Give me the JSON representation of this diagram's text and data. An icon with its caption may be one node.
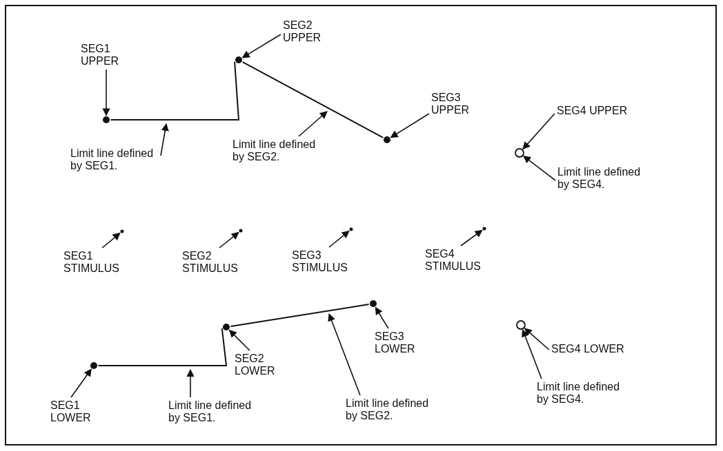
{
  "diagram": {
    "nodes": [
      {
        "text": [
          "SEG1 UPPER"
        ]
      },
      {
        "text": [],
        "shape": "circle"
      },
      {
        "text": [
          "SEG2 UPPER"
        ]
      },
      {
        "text": [],
        "shape": "circle"
      },
      {
        "text": [
          "SEG3 UPPER"
        ]
      },
      {
        "text": [],
        "shape": "circle"
      },
      {
        "text": [
          "SEG4 UPPER"
        ]
      },
      {
        "text": [],
        "shape": "circle"
      },
      {
        "text": [
          "Limit line defined by SEG1."
        ]
      },
      {
        "text": [
          "Limit line defined by SEG2."
        ]
      },
      {
        "text": [
          "Limit line defined by SEG4."
        ]
      },
      {
        "text": [],
        "shape": "circle"
      },
      {
        "text": [
          "SEG1 STIMULUS"
        ]
      },
      {
        "text": [],
        "shape": "circle"
      },
      {
        "text": [
          "SEG2 STIMULUS"
        ]
      },
      {
        "text": [],
        "shape": "circle"
      },
      {
        "text": [
          "SEG3 STIMULUS"
        ]
      },
      {
        "text": [],
        "shape": "circle"
      },
      {
        "text": [
          "SEG4 STIMULUS"
        ]
      },
      {
        "text": [],
        "shape": "circle"
      },
      {
        "text": [],
        "shape": "circle"
      },
      {
        "text": [],
        "shape": "circle"
      },
      {
        "text": [],
        "shape": "circle"
      },
      {
        "text": [
          "SEG1 LOWER"
        ]
      },
      {
        "text": [
          "SEG2 LOWER"
        ]
      },
      {
        "text": [
          "SEG3 LOWER"
        ]
      },
      {
        "text": [
          "SEG4 LOWER"
        ]
      },
      {
        "text": [
          "Limit line defined by SEG1."
        ]
      },
      {
        "text": [
          "Limit line defined by SEG2."
        ]
      },
      {
        "text": [
          "Limit line defined by SEG4."
        ]
      }
    ],
    "edges": [
      {
        "from": 0,
        "to": 1,
        "arrow": "to"
      },
      {
        "from": 2,
        "to": 3,
        "arrow": "to"
      },
      {
        "from": 4,
        "to": 5,
        "arrow": "to"
      },
      {
        "from": 6,
        "to": 7,
        "arrow": "to"
      },
      {
        "from": 1,
        "to": 3,
        "arrow": "none"
      },
      {
        "from": 3,
        "to": 5,
        "arrow": "none"
      },
      {
        "from": 8,
        "to": null,
        "arrow": "to"
      },
      {
        "from": 9,
        "to": null,
        "arrow": "to"
      },
      {
        "from": 10,
        "to": 7,
        "arrow": "to"
      },
      {
        "from": 12,
        "to": 11,
        "arrow": "to"
      },
      {
        "from": 14,
        "to": 13,
        "arrow": "to"
      },
      {
        "from": 16,
        "to": 15,
        "arrow": "to"
      },
      {
        "from": 18,
        "to": 17,
        "arrow": "to"
      },
      {
        "from": 19,
        "to": 20,
        "arrow": "none"
      },
      {
        "from": 20,
        "to": 21,
        "arrow": "none"
      },
      {
        "from": 23,
        "to": 19,
        "arrow": "to"
      },
      {
        "from": 24,
        "to": 20,
        "arrow": "to"
      },
      {
        "from": 25,
        "to": 21,
        "arrow": "to"
      },
      {
        "from": 26,
        "to": 22,
        "arrow": "to"
      },
      {
        "from": 27,
        "to": null,
        "arrow": "to"
      },
      {
        "from": 28,
        "to": null,
        "arrow": "to"
      },
      {
        "from": 29,
        "to": 22,
        "arrow": "to"
      }
    ]
  }
}
